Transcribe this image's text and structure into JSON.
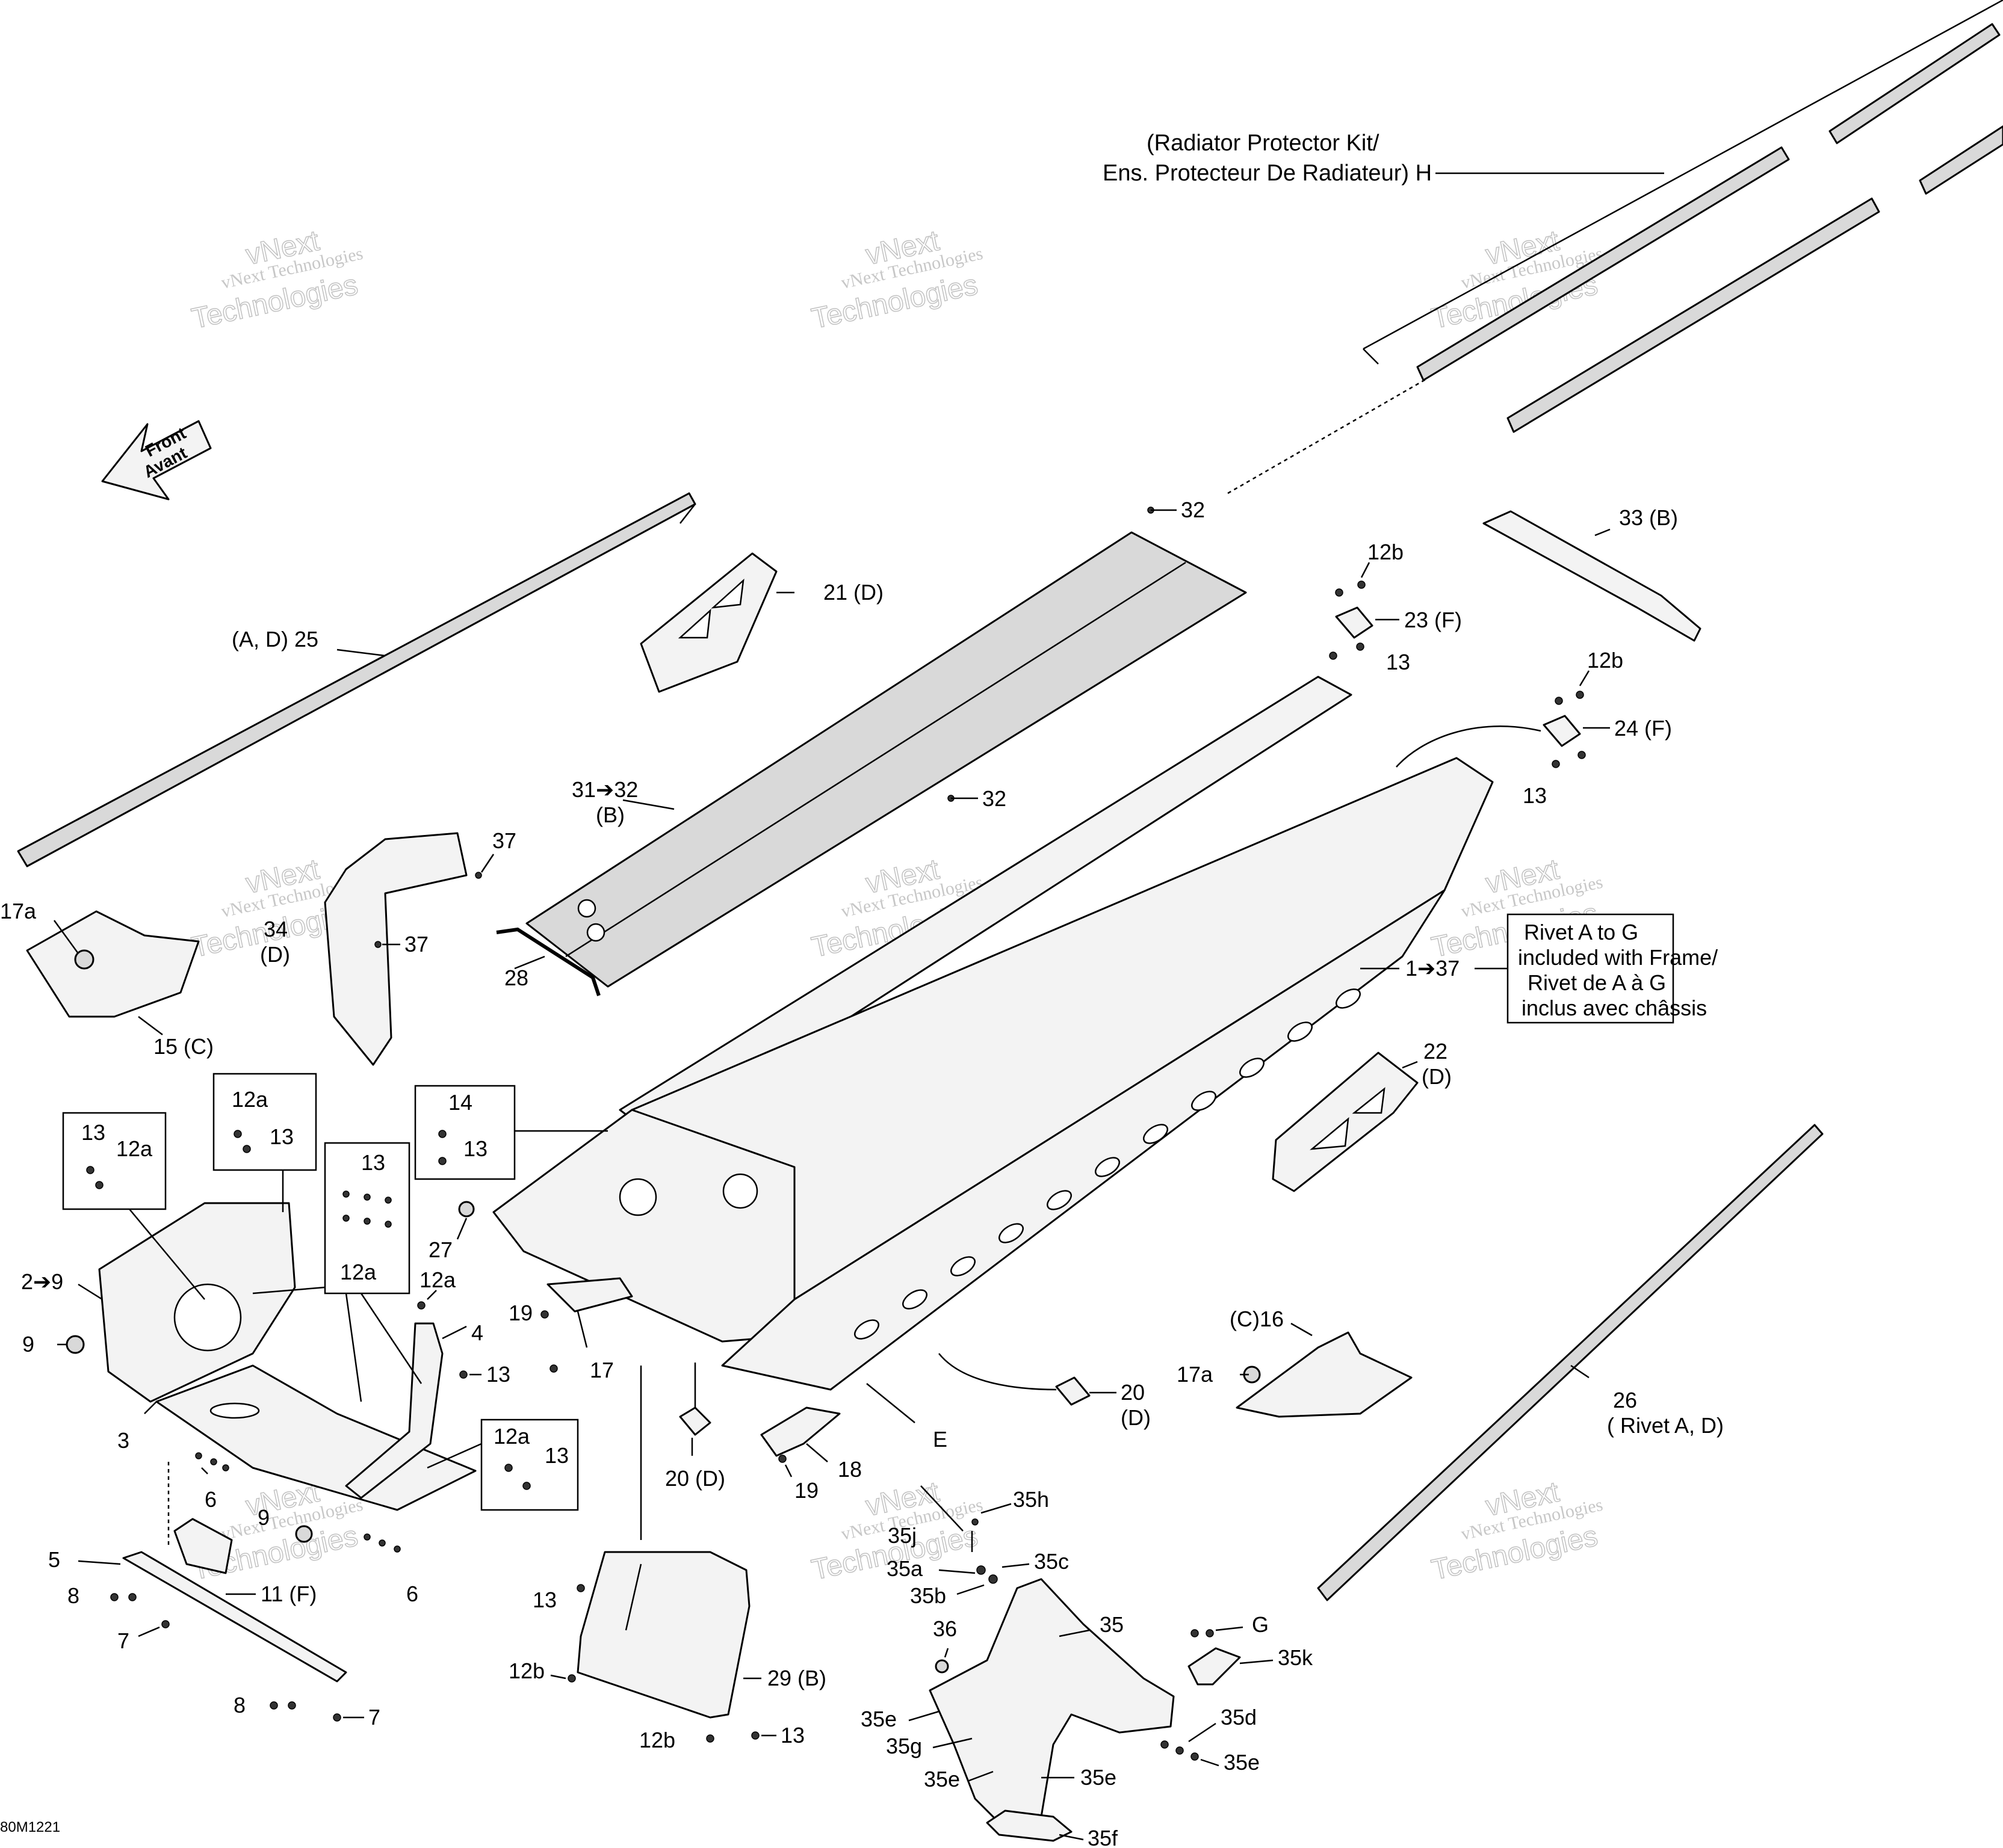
{
  "diagram_code": "80M1221",
  "watermark": {
    "line1": "vNext Technologies",
    "line2": "vNext",
    "line3": "Technologies"
  },
  "front_arrow": {
    "line1": "Front",
    "line2": "Avant"
  },
  "notes": {
    "radiator_kit_line1": "(Radiator Protector Kit/",
    "radiator_kit_line2": "Ens. Protecteur De Radiateur)  H",
    "rivet_box_line1": "Rivet A to G",
    "rivet_box_line2": "included with Frame/",
    "rivet_box_line3": "Rivet de A à G",
    "rivet_box_line4": "inclus avec châssis"
  },
  "callouts": {
    "c32_top": "32",
    "c33": "33 (B)",
    "c12b_a": "12b",
    "c23": "23 (F)",
    "c13_a": "13",
    "c21": "21 (D)",
    "c25": "(A, D) 25",
    "c12b_b": "12b",
    "c24": "24 (F)",
    "c13_b": "13",
    "c31_line1": "31➔32",
    "c31_line2": "(B)",
    "c32_mid": "32",
    "c37_a": "37",
    "c37_b": "37",
    "c34_line1": "34",
    "c34_line2": "(D)",
    "c17a_left": "17a",
    "c28": "28",
    "c1_37": "1➔37",
    "c15": "15 (C)",
    "c22_line1": "22",
    "c22_line2": "(D)",
    "c12a_box2a": "12a",
    "c13_box2": "13",
    "c14": "14",
    "c13_box3": "13",
    "c13_box1": "13",
    "c12a_box1": "12a",
    "c13_box4": "13",
    "c12a_box4": "12a",
    "c27": "27",
    "c2_9": "2➔9",
    "c12a_free": "12a",
    "c4": "4",
    "c9_a": "9",
    "c19_a": "19",
    "c13_free": "13",
    "c17": "17",
    "c16": "(C)16",
    "c17a_right": "17a",
    "c20_line1": "20",
    "c20_line2": "(D)",
    "c3": "3",
    "c12a_box5": "12a",
    "c13_box5": "13",
    "c26_line1": "26",
    "c26_line2": "( Rivet A, D)",
    "c6_a": "6",
    "cE": "E",
    "c20d_lower": "20 (D)",
    "c18": "18",
    "c19_b": "19",
    "c9_b": "9",
    "c35h": "35h",
    "c5": "5",
    "c11": "11 (F)",
    "c35j": "35j",
    "c35c": "35c",
    "c35a": "35a",
    "c8_a": "8",
    "c6_b": "6",
    "c35b": "35b",
    "c13_lower": "13",
    "c7_a": "7",
    "c35": "35",
    "cG": "G",
    "c36": "36",
    "c35k": "35k",
    "c12b_c": "12b",
    "c29": "29 (B)",
    "c8_b": "8",
    "c7_b": "7",
    "c35e_a": "35e",
    "c35d": "35d",
    "c12b_d": "12b",
    "c13_bottom": "13",
    "c35g": "35g",
    "c35e_b": "35e",
    "c35e_c": "35e",
    "c35e_d": "35e",
    "c35f": "35f"
  }
}
